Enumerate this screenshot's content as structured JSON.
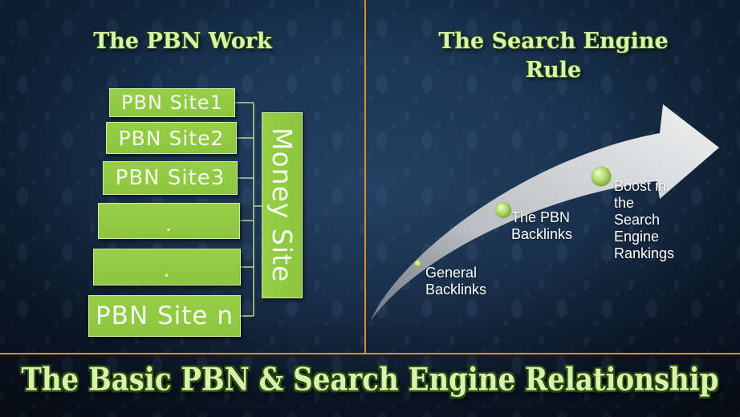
{
  "left_panel": {
    "title": "The PBN Work",
    "pbn_sites": [
      "PBN Site1",
      "PBN Site2",
      "PBN Site3",
      ".",
      ".",
      "PBN Site n"
    ],
    "money_site": "Money Site"
  },
  "right_panel": {
    "title_lines": [
      "The Search Engine",
      "Rule"
    ],
    "stages": [
      {
        "lines": [
          "General",
          "Backlinks"
        ]
      },
      {
        "lines": [
          "The PBN",
          "Backlinks"
        ]
      },
      {
        "lines": [
          "Boost in",
          "the",
          "Search",
          "Engine",
          "Rankings"
        ]
      }
    ]
  },
  "footer": {
    "title": "The Basic PBN & Search Engine Relationship"
  },
  "colors": {
    "bg": "#12243d",
    "divider": "#d98c3c",
    "box-fill": "#8cc63f",
    "box-border": "#cfe9a0",
    "title-fill": "#d6f5a8",
    "title-outline": "#2b4a14",
    "connector": "#b8d68f",
    "label": "#ffffff"
  }
}
